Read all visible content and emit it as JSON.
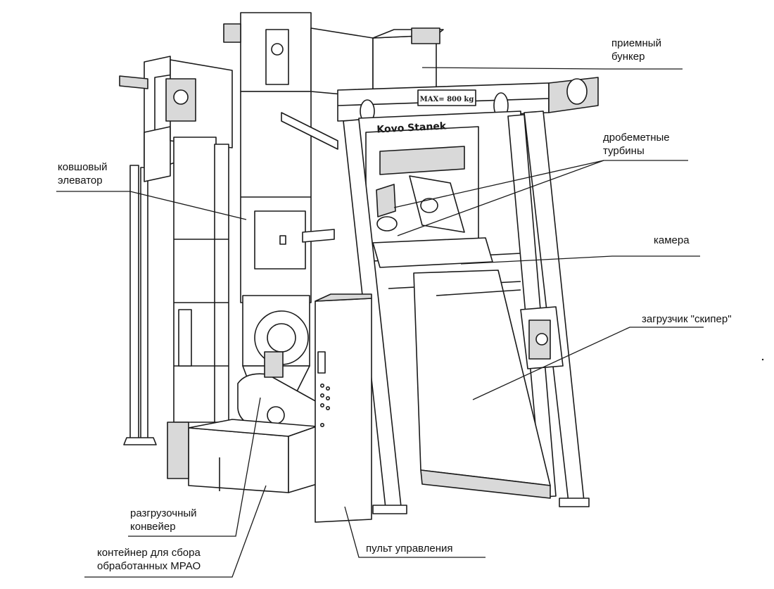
{
  "labels": {
    "hopper": [
      "приемный",
      "бункер"
    ],
    "turbines": [
      "дробеметные",
      "турбины"
    ],
    "elevator": [
      "ковшовый",
      "элеватор"
    ],
    "chamber": "камера",
    "skip_loader": "загрузчик \"скипер\"",
    "discharge_conveyor": [
      "разгрузочный",
      "конвейер"
    ],
    "container": [
      "контейнер для сбора",
      "обработанных МРАО"
    ],
    "control_panel": "пульт управления"
  },
  "plates": {
    "capacity": "MAX= 800 kg",
    "brand": "Kovo Stanek"
  },
  "colors": {
    "line": "#1a1a1a",
    "fill": "#ffffff",
    "shade": "#d9d9d9"
  }
}
